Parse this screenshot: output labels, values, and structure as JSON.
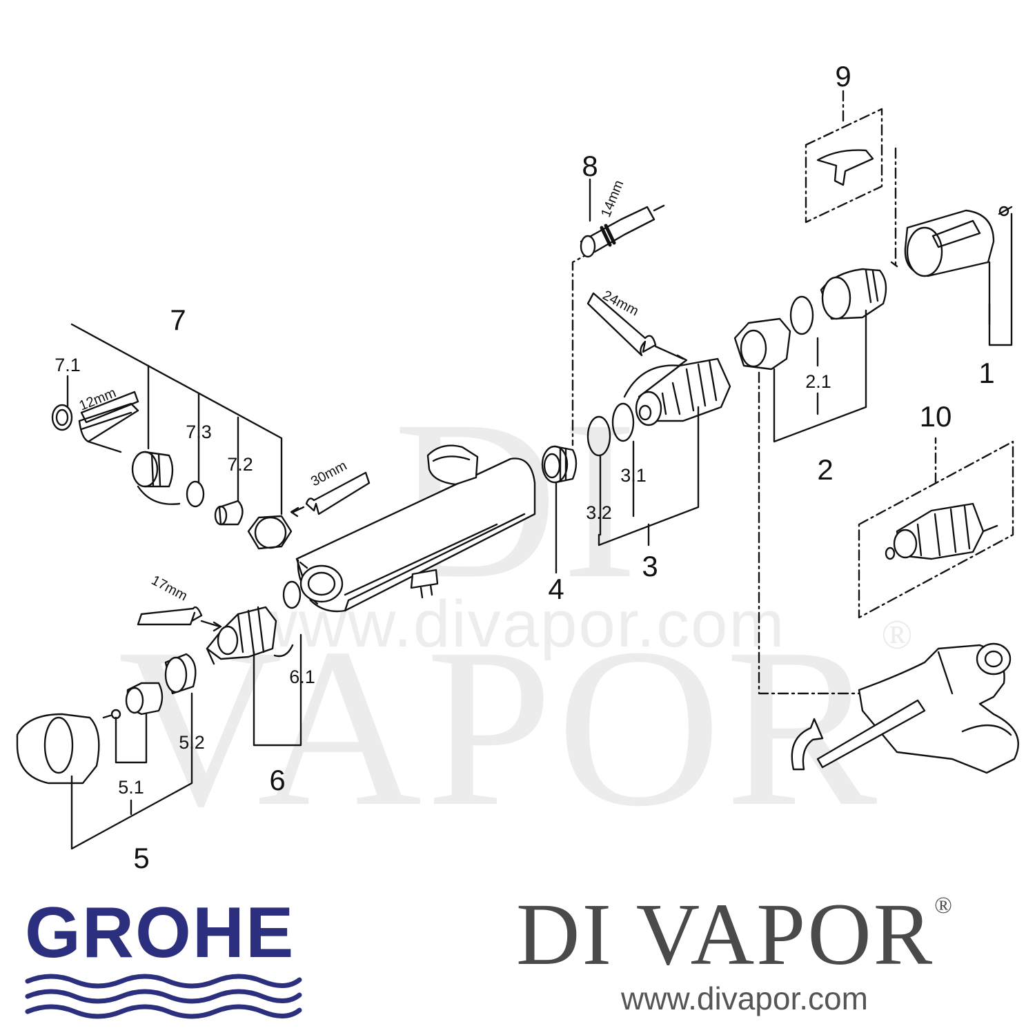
{
  "watermark": {
    "text": "DI VAPOR",
    "reg": "®",
    "url": "www.divapor.com"
  },
  "labels": {
    "p1": "1",
    "p2": "2",
    "p2_1": "2.1",
    "p3": "3",
    "p3_1": "3.1",
    "p3_2": "3.2",
    "p4": "4",
    "p5": "5",
    "p5_1": "5.1",
    "p5_2": "5.2",
    "p6": "6",
    "p6_1": "6.1",
    "p7": "7",
    "p7_1": "7.1",
    "p7_2": "7.2",
    "p7_3": "7.3",
    "p8": "8",
    "p9": "9",
    "p10": "10"
  },
  "tools": {
    "t14": "14mm",
    "t24": "24mm",
    "t12": "12mm",
    "t30": "30mm",
    "t17": "17mm"
  },
  "brand_left": {
    "name": "GROHE",
    "color": "#2b2f7e"
  },
  "brand_right": {
    "name": "DI VAPOR",
    "reg": "®",
    "url": "www.divapor.com",
    "color": "#4a4a4a"
  }
}
